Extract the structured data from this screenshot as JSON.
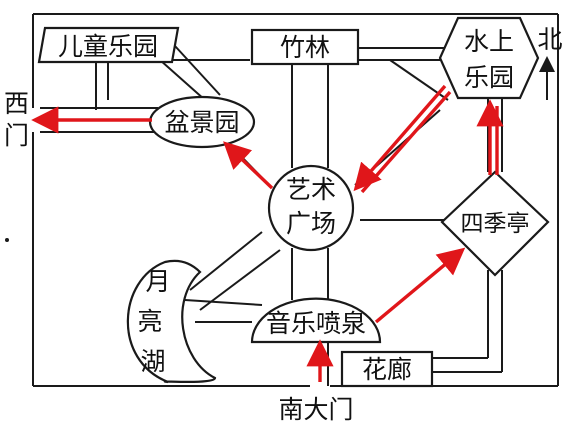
{
  "places": {
    "children_park": "儿童乐园",
    "bamboo": "竹林",
    "water_park": [
      "水上",
      "乐园"
    ],
    "bonsai": "盆景园",
    "art_square": [
      "艺术",
      "广场"
    ],
    "four_seasons": "四季亭",
    "moon_lake": [
      "月",
      "亮",
      "湖"
    ],
    "fountain": "音乐喷泉",
    "corridor": "花廊"
  },
  "gates": {
    "west": [
      "西",
      "门"
    ],
    "south": "南大门"
  },
  "compass": {
    "north": "北"
  },
  "route_color": "#e0161a"
}
